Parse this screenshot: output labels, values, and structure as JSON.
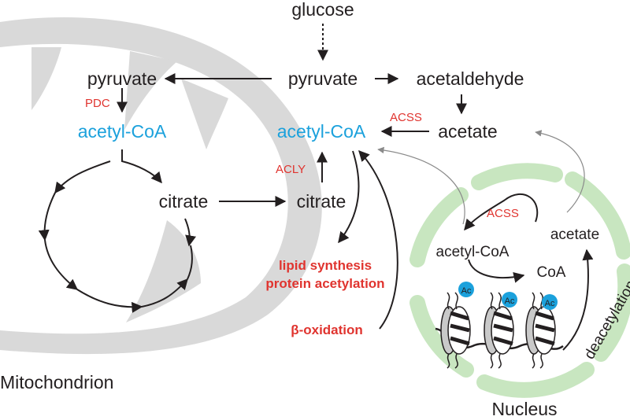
{
  "labels": {
    "glucose": "glucose",
    "pyruvate_cyto": "pyruvate",
    "pyruvate_mito": "pyruvate",
    "acetaldehyde": "acetaldehyde",
    "acetate_cyto": "acetate",
    "acetylcoa_mito": "acetyl-CoA",
    "acetylcoa_cyto": "acetyl-CoA",
    "acetylcoa_nuc": "acetyl-CoA",
    "citrate_mito": "citrate",
    "citrate_cyto": "citrate",
    "acetate_nuc": "acetate",
    "coa": "CoA",
    "mitochondrion": "Mitochondrion",
    "nucleus": "Nucleus",
    "deacetylation": "deacetylation",
    "beta_oxidation": "β-oxidation",
    "lipid_synthesis": "lipid synthesis",
    "protein_acetylation": "protein acetylation"
  },
  "enzymes": {
    "pdc": "PDC",
    "acly": "ACLY",
    "acss_cyto": "ACSS",
    "acss_nuc": "ACSS"
  },
  "histone_marks": [
    "Ac",
    "Ac",
    "Ac"
  ],
  "colors": {
    "text": "#231f20",
    "acetyl_coa": "#1ba1dc",
    "enzyme": "#e0342f",
    "mitochondrion": "#d9d9d9",
    "nucleus": "#c8e6c0",
    "acetyl_mark": "#1ba1dc"
  }
}
